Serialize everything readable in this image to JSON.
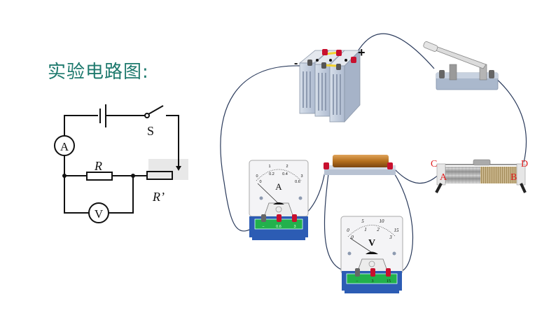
{
  "title": "实验电路图:",
  "schematic": {
    "ammeter_symbol": "A",
    "voltmeter_symbol": "V",
    "switch_label": "S",
    "resistor_label": "R",
    "rheostat_label": "R’"
  },
  "apparatus": {
    "battery": {
      "negative_label": "-",
      "positive_label": "+"
    },
    "ammeter": {
      "symbol": "A",
      "scale_outer": [
        "0",
        "1",
        "2",
        "3"
      ],
      "scale_inner": [
        "0",
        "0.2",
        "0.4",
        "0.6"
      ],
      "terminals": [
        "−",
        "0.6",
        "3"
      ]
    },
    "voltmeter": {
      "symbol": "V",
      "scale_outer": [
        "0",
        "5",
        "10",
        "15"
      ],
      "scale_inner": [
        "0",
        "1",
        "2",
        "3"
      ],
      "terminals": [
        "−",
        "3",
        "15"
      ]
    },
    "rheostat": {
      "labels": [
        "C",
        "D",
        "A",
        "B"
      ]
    }
  },
  "colors": {
    "title": "#1f7a6e",
    "terminal_red": "#c8102e",
    "meter_base": "#2c5cb4",
    "meter_base_panel": "#22b14c",
    "rheostat_letters": "#e02020",
    "wire": "#2b3b5c"
  }
}
